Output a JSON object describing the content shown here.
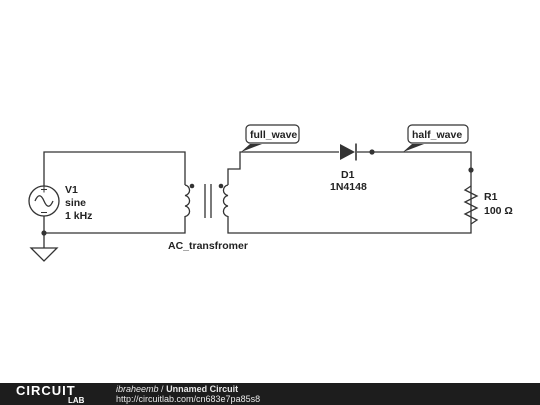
{
  "schematic": {
    "source": {
      "name": "V1",
      "type": "sine",
      "frequency": "1 kHz"
    },
    "transformer": {
      "name": "AC_transfromer"
    },
    "diode": {
      "name": "D1",
      "part": "1N4148"
    },
    "resistor": {
      "name": "R1",
      "value": "100 Ω"
    },
    "net_labels": {
      "primary": "full_wave",
      "secondary": "half_wave"
    }
  },
  "footer": {
    "logo_top": "CIRCUIT",
    "logo_bottom": "LAB",
    "author": "ibraheemb",
    "separator": "/",
    "circuit_title": "Unnamed Circuit",
    "url": "http://circuitlab.com/cn683e7pa85s8"
  },
  "colors": {
    "wire": "#333333",
    "footer_bg": "#1d1d1d",
    "label_bg": "#ffffff"
  }
}
